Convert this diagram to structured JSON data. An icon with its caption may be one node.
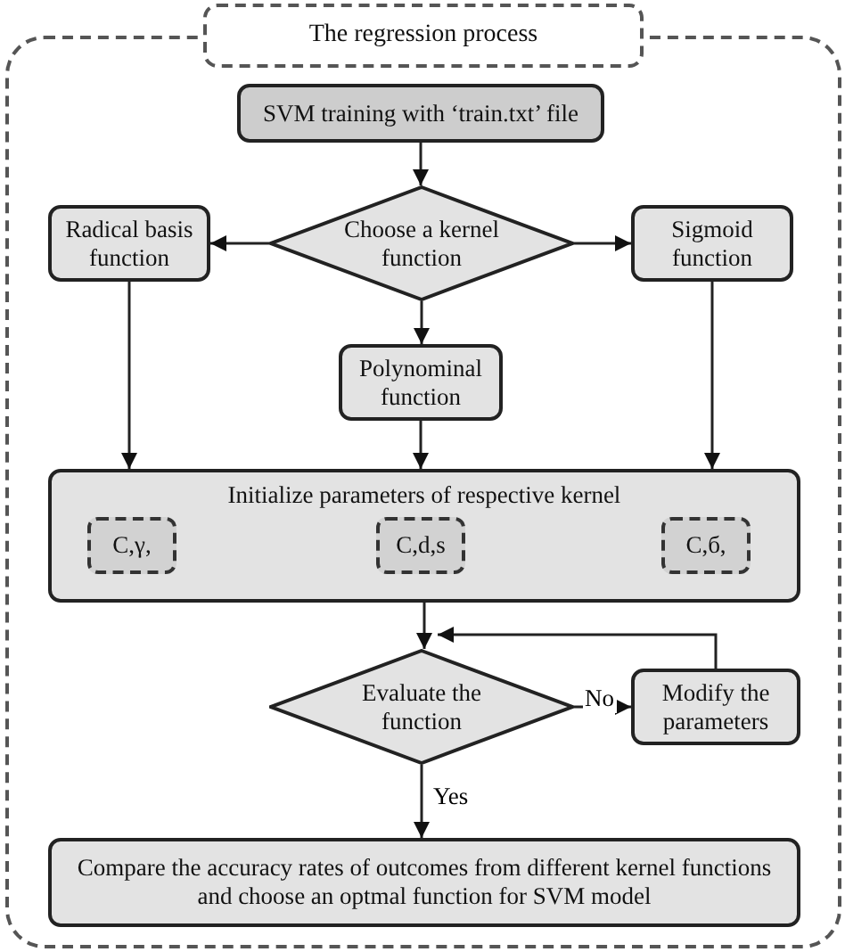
{
  "diagram": {
    "nodes": [
      {
        "text": [
          "The regression process"
        ]
      },
      {
        "text": [
          "SVM training with ‘train.txt’ file"
        ],
        "in": 0
      },
      {
        "text": [
          "Choose a kernel function"
        ],
        "in": 0
      },
      {
        "text": [
          "Radical basis function"
        ],
        "in": 0
      },
      {
        "text": [
          "Sigmoid function"
        ],
        "in": 0
      },
      {
        "text": [
          "Polynominal function"
        ],
        "in": 0
      },
      {
        "text": [
          "Initialize parameters of respective kernel"
        ],
        "in": 0
      },
      {
        "text": [
          "C,γ,"
        ],
        "in": 6
      },
      {
        "text": [
          "C,d,s"
        ],
        "in": 6
      },
      {
        "text": [
          "C,б,"
        ],
        "in": 6
      },
      {
        "text": [
          "Evaluate the function"
        ],
        "in": 0
      },
      {
        "text": [
          "Modify the parameters"
        ],
        "in": 0
      },
      {
        "text": [
          "Compare the accuracy rates of outcomes from different kernel functions and choose an optmal function for SVM model"
        ],
        "in": 0
      }
    ],
    "edges": [
      {
        "from": 1,
        "to": 2,
        "arrow": "to"
      },
      {
        "from": 2,
        "to": 3,
        "arrow": "to"
      },
      {
        "from": 2,
        "to": 4,
        "arrow": "to"
      },
      {
        "from": 2,
        "to": 5,
        "arrow": "to"
      },
      {
        "from": 3,
        "to": 6,
        "arrow": "to"
      },
      {
        "from": 5,
        "to": 6,
        "arrow": "to"
      },
      {
        "from": 4,
        "to": 6,
        "arrow": "to"
      },
      {
        "from": 6,
        "to": 10,
        "arrow": "to"
      },
      {
        "from": 10,
        "to": 11,
        "label": "No",
        "arrow": "to"
      },
      {
        "from": 11,
        "to": 10,
        "arrow": "to"
      },
      {
        "from": 10,
        "to": 12,
        "label": "Yes",
        "arrow": "to"
      }
    ]
  }
}
